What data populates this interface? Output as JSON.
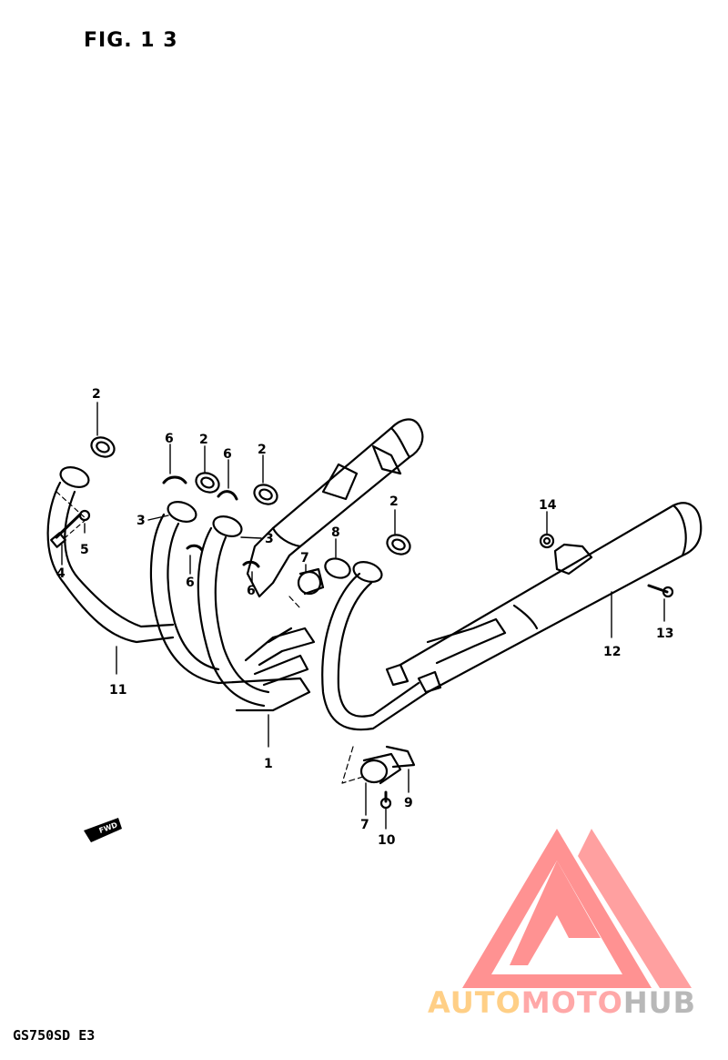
{
  "figure": {
    "title": "FIG. 1 3",
    "model_code": "GS750SD E3"
  },
  "callouts": {
    "c1": "1",
    "c2a": "2",
    "c2b": "2",
    "c2c": "2",
    "c2d": "2",
    "c3a": "3",
    "c3b": "3",
    "c4": "4",
    "c5": "5",
    "c6a": "6",
    "c6b": "6",
    "c6c": "6",
    "c6d": "6",
    "c7a": "7",
    "c7b": "7",
    "c8": "8",
    "c9": "9",
    "c10": "10",
    "c11": "11",
    "c12": "12",
    "c13": "13",
    "c14": "14"
  },
  "front_arrow": "FWD",
  "watermark": {
    "part_a": "AUTO",
    "part_b": "MOTO",
    "part_c": "HUB",
    "colors": {
      "auto": "#ffcf86",
      "moto": "#ffa8a8",
      "hub": "#b8b8b8",
      "logo": "#ff8080"
    }
  }
}
